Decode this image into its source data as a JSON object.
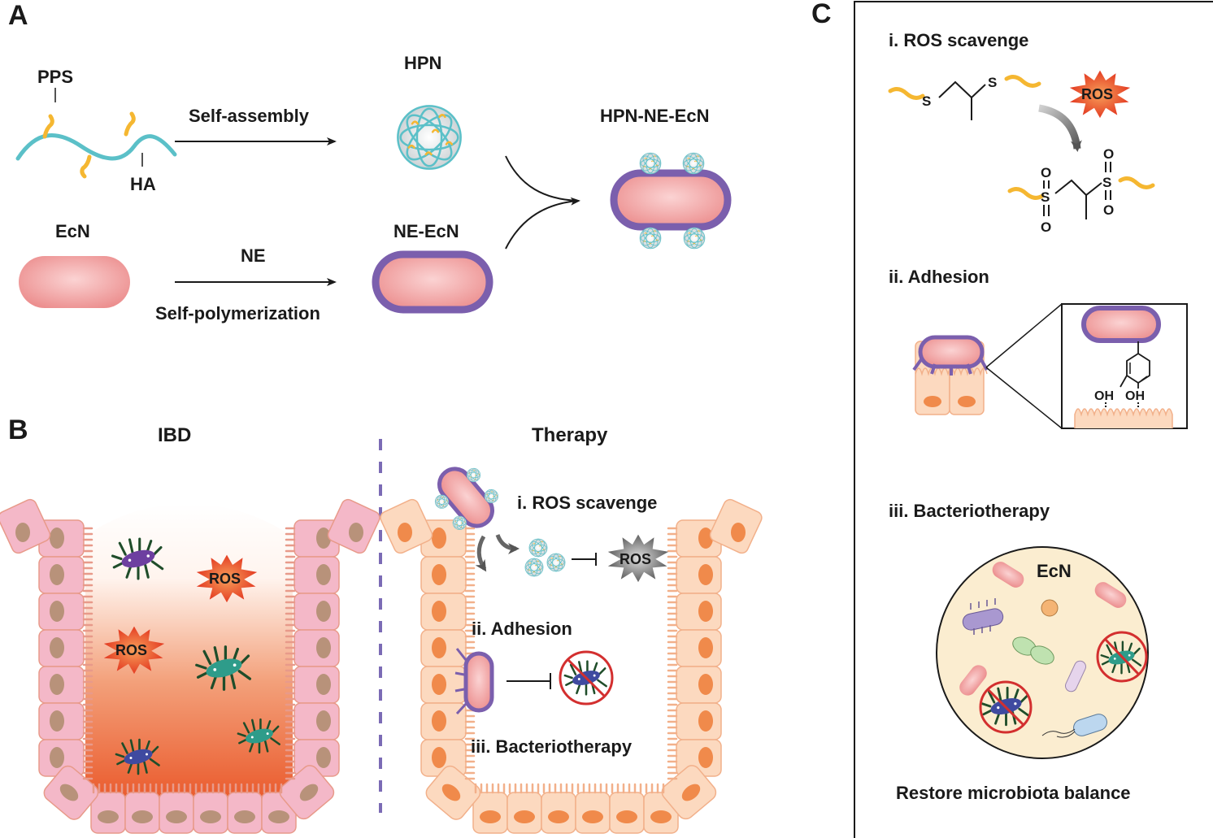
{
  "figure": {
    "panels": {
      "A": {
        "label": "A",
        "pps_label": "PPS",
        "ha_label": "HA",
        "hpn_label": "HPN",
        "self_assembly_label": "Self-assembly",
        "ecn_label": "EcN",
        "ne_label": "NE",
        "self_polymerization_label": "Self-polymerization",
        "ne_ecn_label": "NE-EcN",
        "hpn_ne_ecn_label": "HPN-NE-EcN"
      },
      "B": {
        "label": "B",
        "ibd_title": "IBD",
        "therapy_title": "Therapy",
        "ros_label": "ROS",
        "step_i": "i. ROS scavenge",
        "step_ii": "ii. Adhesion",
        "step_iii": "iii. Bacteriotherapy"
      },
      "C": {
        "label": "C",
        "section_i_title": "i. ROS scavenge",
        "section_ii_title": "ii. Adhesion",
        "section_iii_title": "iii. Bacteriotherapy",
        "sulfur": "S",
        "oxygen": "O",
        "ros_label": "ROS",
        "oh_label": "OH",
        "ecn_label": "EcN",
        "conclusion": "Restore microbiota balance"
      }
    },
    "colors": {
      "bacteria_pink": "#ef9a9a",
      "ne_coating_purple": "#7b5fad",
      "ha_chain_cyan": "#5bc0c8",
      "pps_chain_yellow": "#f5b731",
      "ros_red": "#e8462a",
      "ros_gray": "#7a7a7a",
      "ibd_cell_pink": "#f4b8c8",
      "ibd_nucleus": "#b8927a",
      "therapy_cell_peach": "#fcd9bf",
      "therapy_nucleus": "#f08a4b",
      "inflammation_orange": "#ec6a3c",
      "divider_purple": "#7b6bb5",
      "microbiota_bg": "#fbedd0",
      "inhibit_red": "#d32f2f"
    }
  }
}
